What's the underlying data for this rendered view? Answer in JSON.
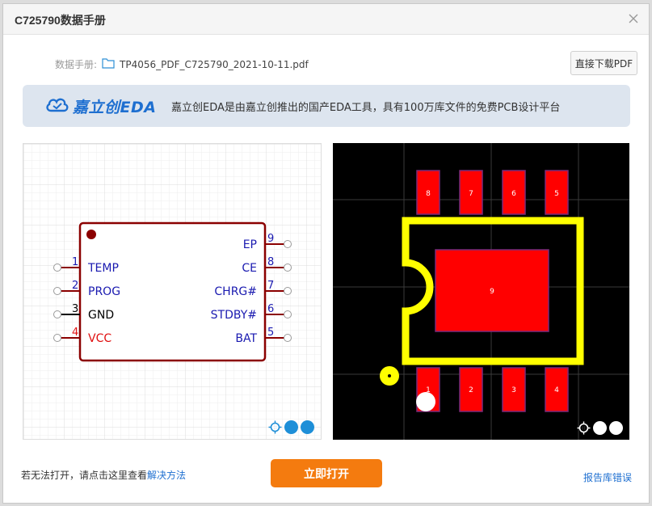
{
  "dialog": {
    "title": "C725790数据手册"
  },
  "file": {
    "label": "数据手册:",
    "name": "TP4056_PDF_C725790_2021-10-11.pdf",
    "download_label": "直接下载PDF"
  },
  "banner": {
    "brand": "嘉立创EDA",
    "description": "嘉立创EDA是由嘉立创推出的国产EDA工具，具有100万库文件的免费PCB设计平台"
  },
  "schematic": {
    "left_pins": [
      {
        "num": "1",
        "name": "TEMP",
        "color": "#1a1ab0"
      },
      {
        "num": "2",
        "name": "PROG",
        "color": "#1a1ab0"
      },
      {
        "num": "3",
        "name": "GND",
        "color": "#000000"
      },
      {
        "num": "4",
        "name": "VCC",
        "color": "#e01010"
      }
    ],
    "right_pins": [
      {
        "num": "9",
        "name": "EP"
      },
      {
        "num": "8",
        "name": "CE"
      },
      {
        "num": "7",
        "name": "CHRG#"
      },
      {
        "num": "6",
        "name": "STDBY#"
      },
      {
        "num": "5",
        "name": "BAT"
      }
    ],
    "body_color": "#8b0000",
    "name_color": "#1a1ab0"
  },
  "pcb": {
    "top_pads": [
      "8",
      "7",
      "6",
      "5"
    ],
    "bottom_pads": [
      "1",
      "2",
      "3",
      "4"
    ],
    "center_pad": "9",
    "pad_color": "#ff0000",
    "silk_color": "#ffff00"
  },
  "controls": {
    "locate": "locate-icon",
    "zoom_out": "zoom-out-icon",
    "zoom_in": "zoom-in-icon"
  },
  "footer": {
    "note": "若无法打开，请点击这里查看",
    "solution_link": "解决方法",
    "open_label": "立即打开",
    "report_link": "报告库错误"
  },
  "colors": {
    "accent_orange": "#f47b0f",
    "link_blue": "#1e6fd0"
  }
}
